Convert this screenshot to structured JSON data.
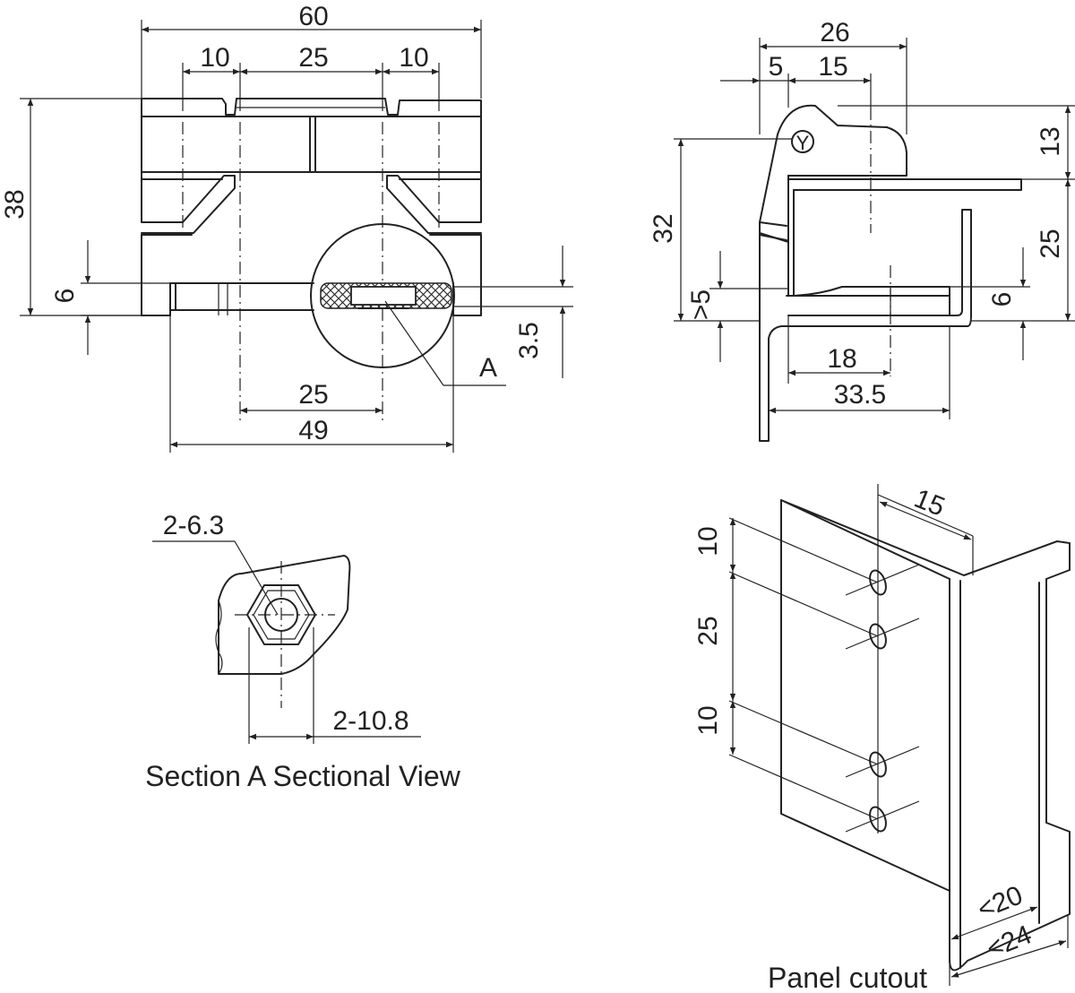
{
  "front_view": {
    "dims": {
      "overall_width": "60",
      "left_slot": "10",
      "center_span": "25",
      "right_slot": "10",
      "height": "38",
      "base_thickness": "6",
      "plate_thickness": "3.5",
      "hole_spacing": "25",
      "plate_width": "49"
    },
    "detail_label": "A"
  },
  "side_view": {
    "dims": {
      "overall_width": "26",
      "offset": "5",
      "depth": "15",
      "top_height": "13",
      "total_height": "32",
      "frame_height": "25",
      "min_gap": ">5",
      "base_thickness": "6",
      "inner_length": "18",
      "outer_length": "33.5"
    },
    "badge": "Y"
  },
  "section_view": {
    "hole_label": "2-6.3",
    "nut_label": "2-10.8",
    "caption": "Section A Sectional View"
  },
  "panel_cutout": {
    "dims": {
      "edge_offset": "15",
      "spacing_top": "10",
      "spacing_mid": "25",
      "spacing_bottom": "10",
      "inner_width": "<20",
      "outer_width": "<24"
    },
    "caption": "Panel cutout"
  }
}
